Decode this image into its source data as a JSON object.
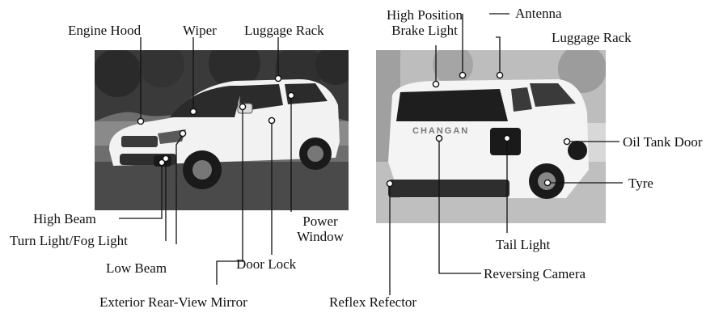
{
  "labels": {
    "engine_hood": "Engine Hood",
    "wiper": "Wiper",
    "luggage_rack_front": "Luggage Rack",
    "high_beam": "High Beam",
    "turn_fog_light": "Turn Light/Fog Light",
    "low_beam": "Low Beam",
    "exterior_mirror": "Exterior Rear-View Mirror",
    "door_lock": "Door Lock",
    "power_window_line1": "Power",
    "power_window_line2": "Window",
    "high_brake_line1": "High Position",
    "high_brake_line2": "Brake Light",
    "antenna": "Antenna",
    "luggage_rack_rear": "Luggage Rack",
    "oil_tank_door": "Oil Tank Door",
    "tyre": "Tyre",
    "tail_light": "Tail Light",
    "reversing_camera": "Reversing Camera",
    "reflex_reflector": "Reflex Refector"
  },
  "photos": {
    "front": {
      "content": "front three-quarter view of white SUV",
      "tone": "grayscale"
    },
    "rear": {
      "content": "rear three-quarter view of white SUV",
      "tone": "grayscale",
      "badge_text": "CHANGAN"
    }
  },
  "colors": {
    "line": "#111111",
    "dot": "#ffffff"
  }
}
